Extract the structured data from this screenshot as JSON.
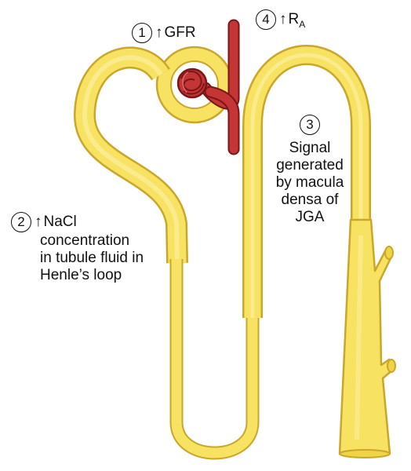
{
  "colors": {
    "tubule_fill": "#f7e261",
    "tubule_stroke": "#c9a72c",
    "tubule_highlight": "#fbf09e",
    "vessel_fill": "#c43535",
    "vessel_stroke": "#7a1616",
    "text": "#111111"
  },
  "labels": {
    "gfr": {
      "number": "1",
      "arrow": "↑",
      "text": "GFR"
    },
    "nacl": {
      "number": "2",
      "arrow": "↑",
      "line1": "NaCl",
      "line2": "concentration",
      "line3": "in tubule fluid in",
      "line4": "Henle’s loop"
    },
    "signal": {
      "number": "3",
      "line1": "Signal",
      "line2": "generated",
      "line3": "by macula",
      "line4": "densa of",
      "line5": "JGA"
    },
    "ra": {
      "number": "4",
      "arrow": "↑",
      "text": "R",
      "subscript": "A"
    }
  }
}
